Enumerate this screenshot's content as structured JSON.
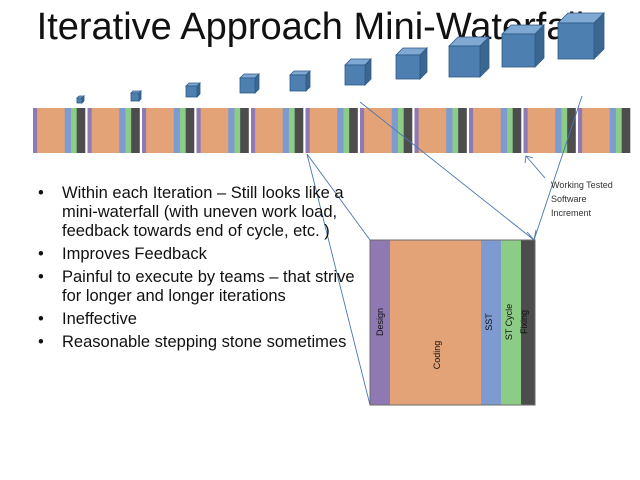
{
  "title": "Iterative Approach Mini-Waterfalls",
  "bullets": [
    "Within each Iteration – Still looks like a mini-waterfall (with uneven work load, feedback towards end of cycle, etc. )",
    "Improves Feedback",
    "Painful to execute by teams – that strive for longer and longer iterations",
    "Ineffective",
    "Reasonable stepping stone sometimes"
  ],
  "annotation": [
    "Working  Tested",
    "Software",
    "Increment"
  ],
  "iteration_count": 11,
  "phases": [
    {
      "label": "Design",
      "color": "#8e79b2"
    },
    {
      "label": "Coding",
      "color": "#e3a376"
    },
    {
      "label": "SST",
      "color": "#7d9bd0"
    },
    {
      "label": "ST Cycle",
      "color": "#8dcc87"
    },
    {
      "label": "Fixing",
      "color": "#4d4d4d"
    }
  ],
  "colors": {
    "cube_front": "#4d7fb1",
    "cube_top": "#7fa8d2",
    "cube_side": "#3a6690",
    "outline": "#2e5a86"
  }
}
